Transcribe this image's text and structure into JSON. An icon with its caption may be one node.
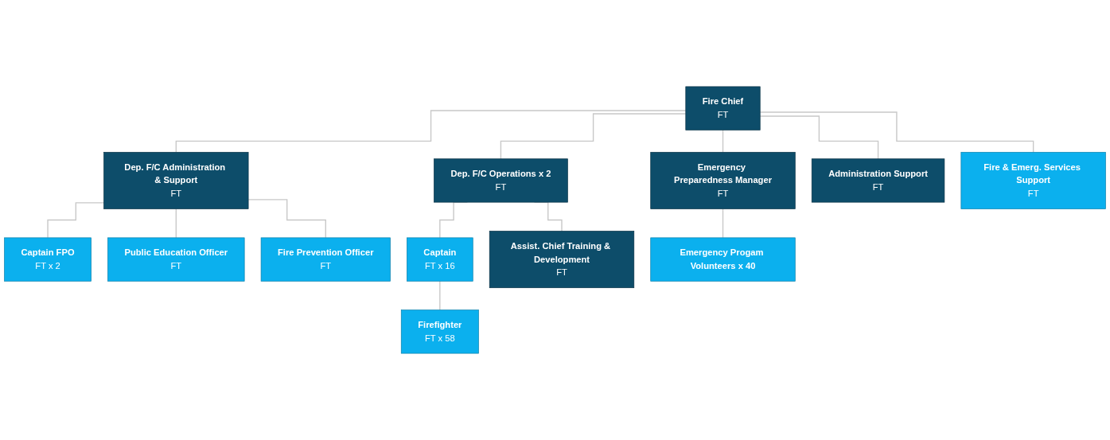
{
  "diagram": {
    "nodes": [
      {
        "text": [
          "Fire Chief",
          "FT"
        ]
      },
      {
        "text": [
          "Dep. F/C Administration & Support",
          "FT"
        ]
      },
      {
        "text": [
          "Dep. F/C Operations x 2",
          "FT"
        ]
      },
      {
        "text": [
          "Emergency Preparedness Manager",
          "FT"
        ]
      },
      {
        "text": [
          "Administration Support",
          "FT"
        ]
      },
      {
        "text": [
          "Fire & Emerg. Services Support",
          "FT"
        ]
      },
      {
        "text": [
          "Captain FPO",
          "FT x 2"
        ]
      },
      {
        "text": [
          "Public Education Officer",
          "FT"
        ]
      },
      {
        "text": [
          "Fire Prevention Officer",
          "FT"
        ]
      },
      {
        "text": [
          "Captain",
          "FT x 16"
        ]
      },
      {
        "text": [
          "Assist. Chief Training & Development",
          "FT"
        ]
      },
      {
        "text": [
          "Firefighter",
          "FT x 58"
        ]
      },
      {
        "text": [
          "Emergency Progam Volunteers x 40"
        ]
      }
    ],
    "edges": [
      {
        "from": 0,
        "to": 1,
        "arrow": "none"
      },
      {
        "from": 0,
        "to": 2,
        "arrow": "none"
      },
      {
        "from": 0,
        "to": 3,
        "arrow": "none"
      },
      {
        "from": 0,
        "to": 4,
        "arrow": "none"
      },
      {
        "from": 0,
        "to": 5,
        "arrow": "none"
      },
      {
        "from": 1,
        "to": 6,
        "arrow": "none"
      },
      {
        "from": 1,
        "to": 7,
        "arrow": "none"
      },
      {
        "from": 1,
        "to": 8,
        "arrow": "none"
      },
      {
        "from": 2,
        "to": 9,
        "arrow": "none"
      },
      {
        "from": 2,
        "to": 10,
        "arrow": "none"
      },
      {
        "from": 9,
        "to": 11,
        "arrow": "none"
      },
      {
        "from": 3,
        "to": 12,
        "arrow": "none"
      }
    ]
  }
}
